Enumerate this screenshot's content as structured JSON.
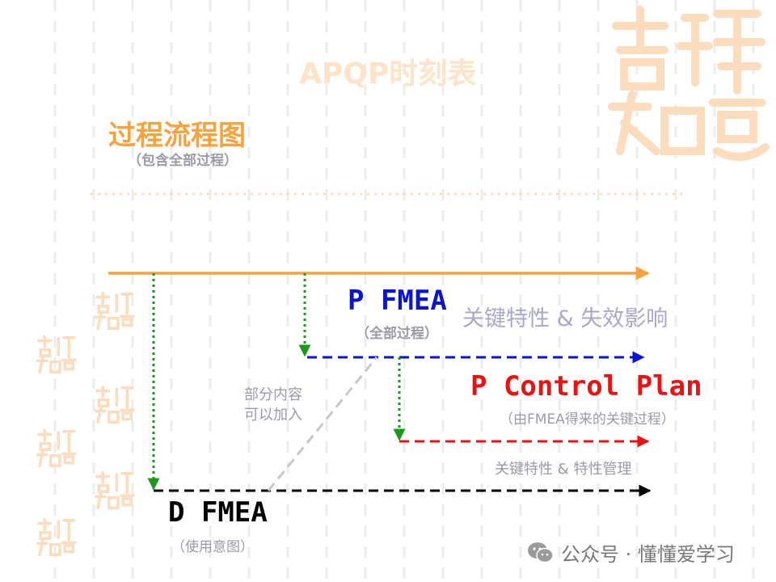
{
  "slide": {
    "title": "APQP时刻表"
  },
  "process_flow": {
    "title": "过程流程图",
    "subtitle": "（包含全部过程）"
  },
  "p_fmea": {
    "title": "P FMEA",
    "subtitle": "（全部过程）",
    "note": "关键特性 & 失效影响"
  },
  "p_control_plan": {
    "title": "P Control Plan",
    "subtitle": "（由FMEA得来的关键过程）",
    "note": "关键特性 & 特性管理"
  },
  "d_fmea": {
    "title": "D FMEA",
    "subtitle": "（使用意图）"
  },
  "partial_note": {
    "line1": "部分内容",
    "line2": "可以加入"
  },
  "watermark": {
    "text": "公众号 · 懂懂爱学习",
    "icon": "wechat-icon"
  },
  "logo": {
    "text": "吉祥如意"
  },
  "colors": {
    "process": "#f7a23c",
    "pfmea": "#0a14d6",
    "pcp": "#ee1111",
    "dfmea": "#000000",
    "connector": "#1a9a1a",
    "partial": "#c8c8c8",
    "subtitle": "#9a9aa8"
  }
}
